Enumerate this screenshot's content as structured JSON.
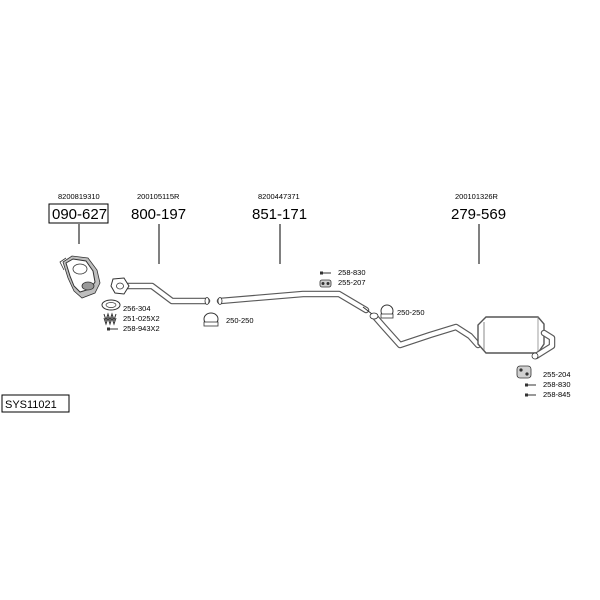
{
  "system_code": "SYS11021",
  "assemblies": [
    {
      "oem": "8200819310",
      "part": "090-627",
      "boxed": true
    },
    {
      "oem": "200105115R",
      "part": "800-197",
      "boxed": false
    },
    {
      "oem": "8200447371",
      "part": "851-171",
      "boxed": false
    },
    {
      "oem": "200101326R",
      "part": "279-569",
      "boxed": false
    }
  ],
  "fittings": {
    "front_flange": [
      "256-304",
      "251-025X2",
      "258-943X2"
    ],
    "clamp_front": "250-250",
    "hanger_mid": [
      "258-830",
      "255-207"
    ],
    "clamp_mid": "250-250",
    "rear_mount": [
      "255-204",
      "258-830",
      "258-845"
    ]
  },
  "colors": {
    "pipe": "#5a5a5a",
    "leader": "#000000"
  }
}
